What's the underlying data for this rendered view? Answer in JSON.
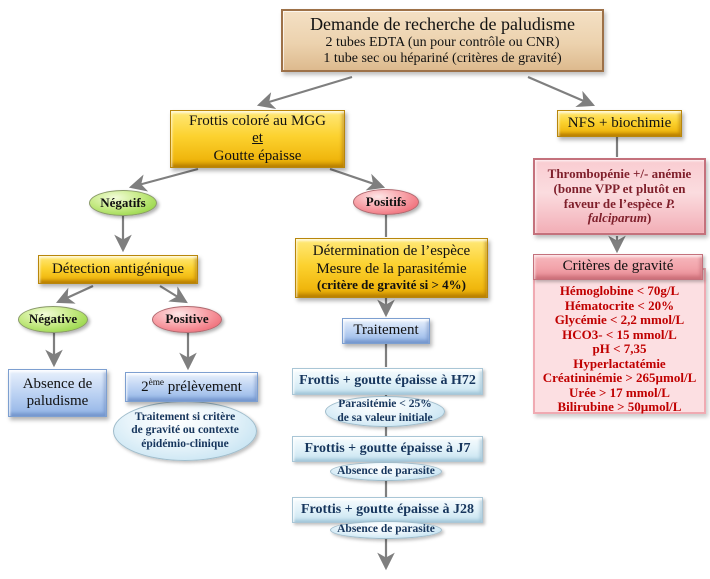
{
  "root": {
    "title": "Demande de recherche de paludisme",
    "line2": "2 tubes EDTA (un pour contrôle ou CNR)",
    "line3": "1 tube sec ou hépariné (critères de gravité)"
  },
  "left_branch": {
    "mgg_line1": "Frottis coloré au MGG",
    "mgg_line2": "et",
    "mgg_line3": "Goutte épaisse",
    "negatifs": "Négatifs",
    "detection": "Détection antigénique",
    "negative": "Négative",
    "positive": "Positive",
    "absence_line1": "Absence de",
    "absence_line2": "paludisme",
    "second_sample_num": "2",
    "second_sample_sup": "ème",
    "second_sample_rest": " prélèvement",
    "treat_note_line1": "Traitement si critère",
    "treat_note_line2": "de gravité ou contexte",
    "treat_note_line3": "épidémio-clinique"
  },
  "middle_branch": {
    "positifs": "Positifs",
    "determination_line1": "Détermination de l’espèce",
    "determination_line2": "Mesure de la parasitémie",
    "determination_line3": "(critère de gravité si > 4%)",
    "traitement": "Traitement",
    "frottis_h72": "Frottis + goutte épaisse à H72",
    "parasitemia_line1": "Parasitémie < 25%",
    "parasitemia_line2": "de sa valeur initiale",
    "frottis_j7": "Frottis + goutte épaisse à J7",
    "absence_parasite_1": "Absence de parasite",
    "frottis_j28": "Frottis + goutte épaisse à J28",
    "absence_parasite_2": "Absence de parasite"
  },
  "right_branch": {
    "nfs": "NFS + biochimie",
    "thrombo_before": "Thrombopénie +/- anémie (bonne VPP et plutôt en faveur de l’espèce ",
    "thrombo_italic": "P. falciparum",
    "thrombo_after": ")",
    "criteria_title": "Critères de gravité",
    "criteria_items": [
      "Hémoglobine < 70g/L",
      "Hématocrite < 20%",
      "Glycémie < 2,2 mmol/L",
      "HCO3- < 15 mmol/L",
      "pH < 7,35",
      "Hyperlactatémie",
      "Créatininémie > 265µmol/L",
      "Urée > 17 mmol/L",
      "Bilirubine > 50µmol/L"
    ]
  },
  "colors": {
    "arrow": "#7f7f7f",
    "gold": "#fcd22f",
    "tan": "#ecd2ae",
    "green": "#9bd84d",
    "red": "#f0717c",
    "blue": "#b9d0f2",
    "light_blue": "#d4eaf5",
    "pink": "#f7c2c8",
    "criteria_text": "#c00000",
    "navy_text": "#17365d"
  }
}
